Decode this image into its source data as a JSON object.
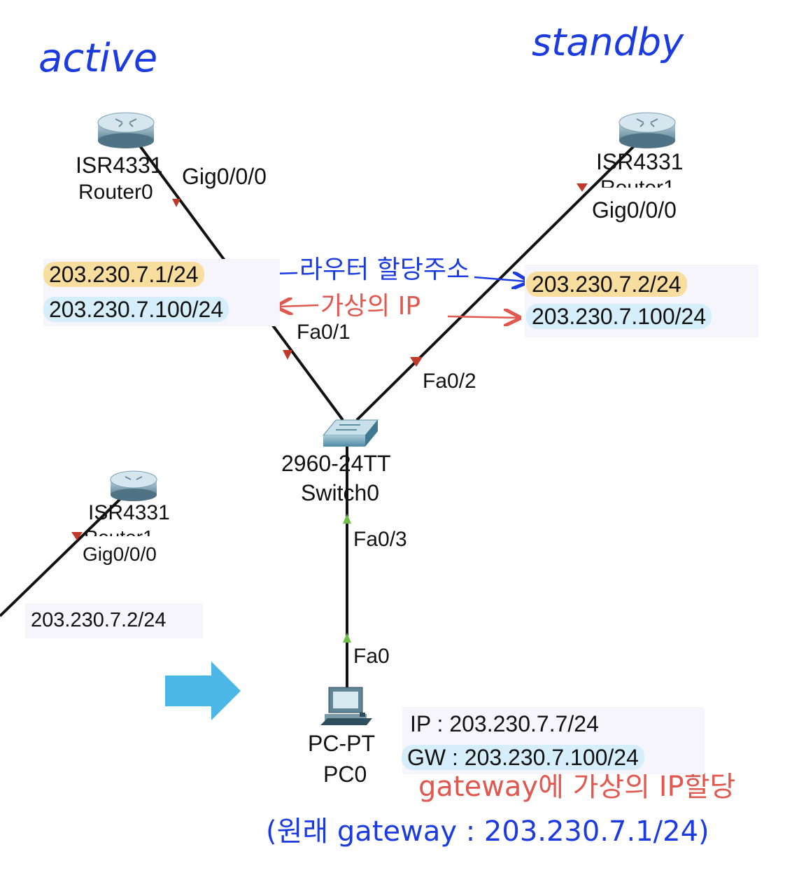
{
  "annotations": {
    "active": "active",
    "standby": "standby",
    "router_addr_note": "라우터 할당주소",
    "virtual_ip_note": "가상의 IP",
    "gateway_note": "gateway에 가상의 IP할당",
    "original_gateway_note": "(원래 gateway : 203.230.7.1/24)"
  },
  "devices": {
    "router0": {
      "model": "ISR4331",
      "name": "Router0",
      "port": "Gig0/0/0"
    },
    "router1": {
      "model": "ISR4331",
      "name": "Router1",
      "port": "Gig0/0/0"
    },
    "router1_copy": {
      "model": "ISR4331",
      "name": "Router1",
      "port": "Gig0/0/0",
      "ip": "203.230.7.2/24"
    },
    "switch0": {
      "model": "2960-24TT",
      "name": "Switch0",
      "ports": [
        "Fa0/1",
        "Fa0/2",
        "Fa0/3"
      ]
    },
    "pc0": {
      "model": "PC-PT",
      "name": "PC0",
      "port": "Fa0"
    }
  },
  "addresses": {
    "active_router_ip": "203.230.7.1/24",
    "active_virtual_ip": "203.230.7.100/24",
    "standby_router_ip": "203.230.7.2/24",
    "standby_virtual_ip": "203.230.7.100/24",
    "pc_ip": "IP : 203.230.7.7/24",
    "pc_gw": "GW : 203.230.7.100/24"
  },
  "colors": {
    "handwriting_blue": "#1b3be0",
    "handwriting_red": "#e0584f",
    "highlight_yellow": "#f7dd9e",
    "highlight_blue": "#d6eefa",
    "arrow": "#4cb6e6",
    "link_down": "#c0392b",
    "link_up": "#6fbf4a"
  }
}
